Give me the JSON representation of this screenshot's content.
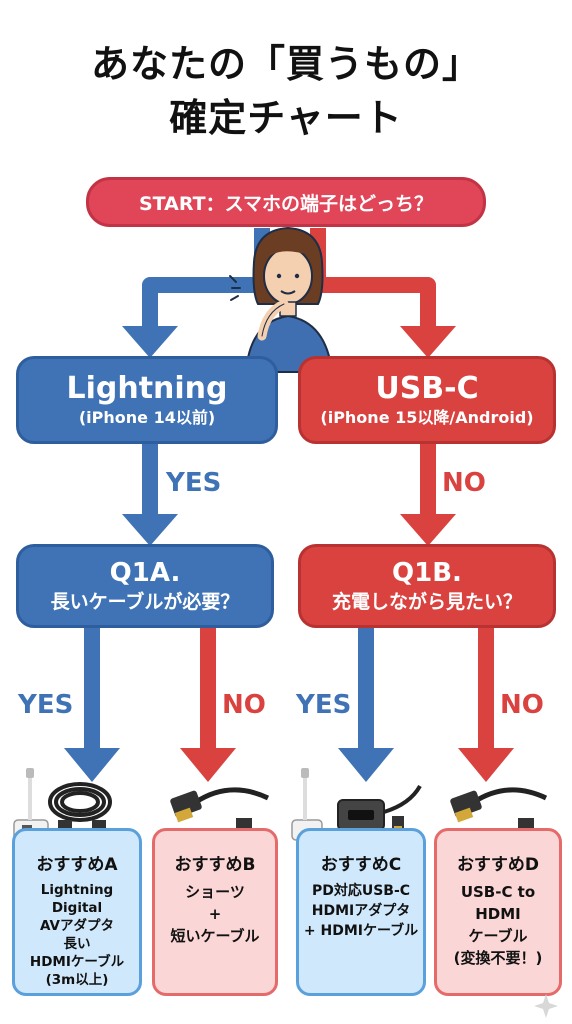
{
  "title": {
    "line1": "あなたの「買うもの」",
    "line2": "確定チャート"
  },
  "start": {
    "label": "START：スマホの端子はどっち？"
  },
  "branches": {
    "left": {
      "title": "Lightning",
      "sub": "(iPhone 14以前)"
    },
    "right": {
      "title": "USB-C",
      "sub": "(iPhone 15以降/Android)"
    }
  },
  "arrow_labels": {
    "lightning_yes": "YES",
    "usbc_no": "NO",
    "q1a_yes": "YES",
    "q1a_no": "NO",
    "q1b_yes": "YES",
    "q1b_no": "NO"
  },
  "questions": {
    "q1a": {
      "title": "Q1A.",
      "sub": "長いケーブルが必要？"
    },
    "q1b": {
      "title": "Q1B.",
      "sub": "充電しながら見たい？"
    }
  },
  "cards": [
    {
      "title": "おすすめA",
      "lines": [
        "Lightning Digital",
        "AVアダプタ",
        "長い",
        "HDMIケーブル",
        "(3m以上)"
      ]
    },
    {
      "title": "おすすめB",
      "lines": [
        "ショーツ",
        "+",
        "短いケーブル"
      ]
    },
    {
      "title": "おすすめC",
      "lines": [
        "PD対応USB-C",
        "HDMIアダプタ",
        "+ HDMIケーブル"
      ]
    },
    {
      "title": "おすすめD",
      "lines": [
        "USB-C to",
        "HDMI",
        "ケーブル",
        "(変換不要！)"
      ]
    }
  ],
  "colors": {
    "blue": "#3f73b5",
    "red": "#d9423f",
    "start": "#e04657",
    "card_blue_bg": "#cfe8fb",
    "card_red_bg": "#fbd6d6"
  }
}
